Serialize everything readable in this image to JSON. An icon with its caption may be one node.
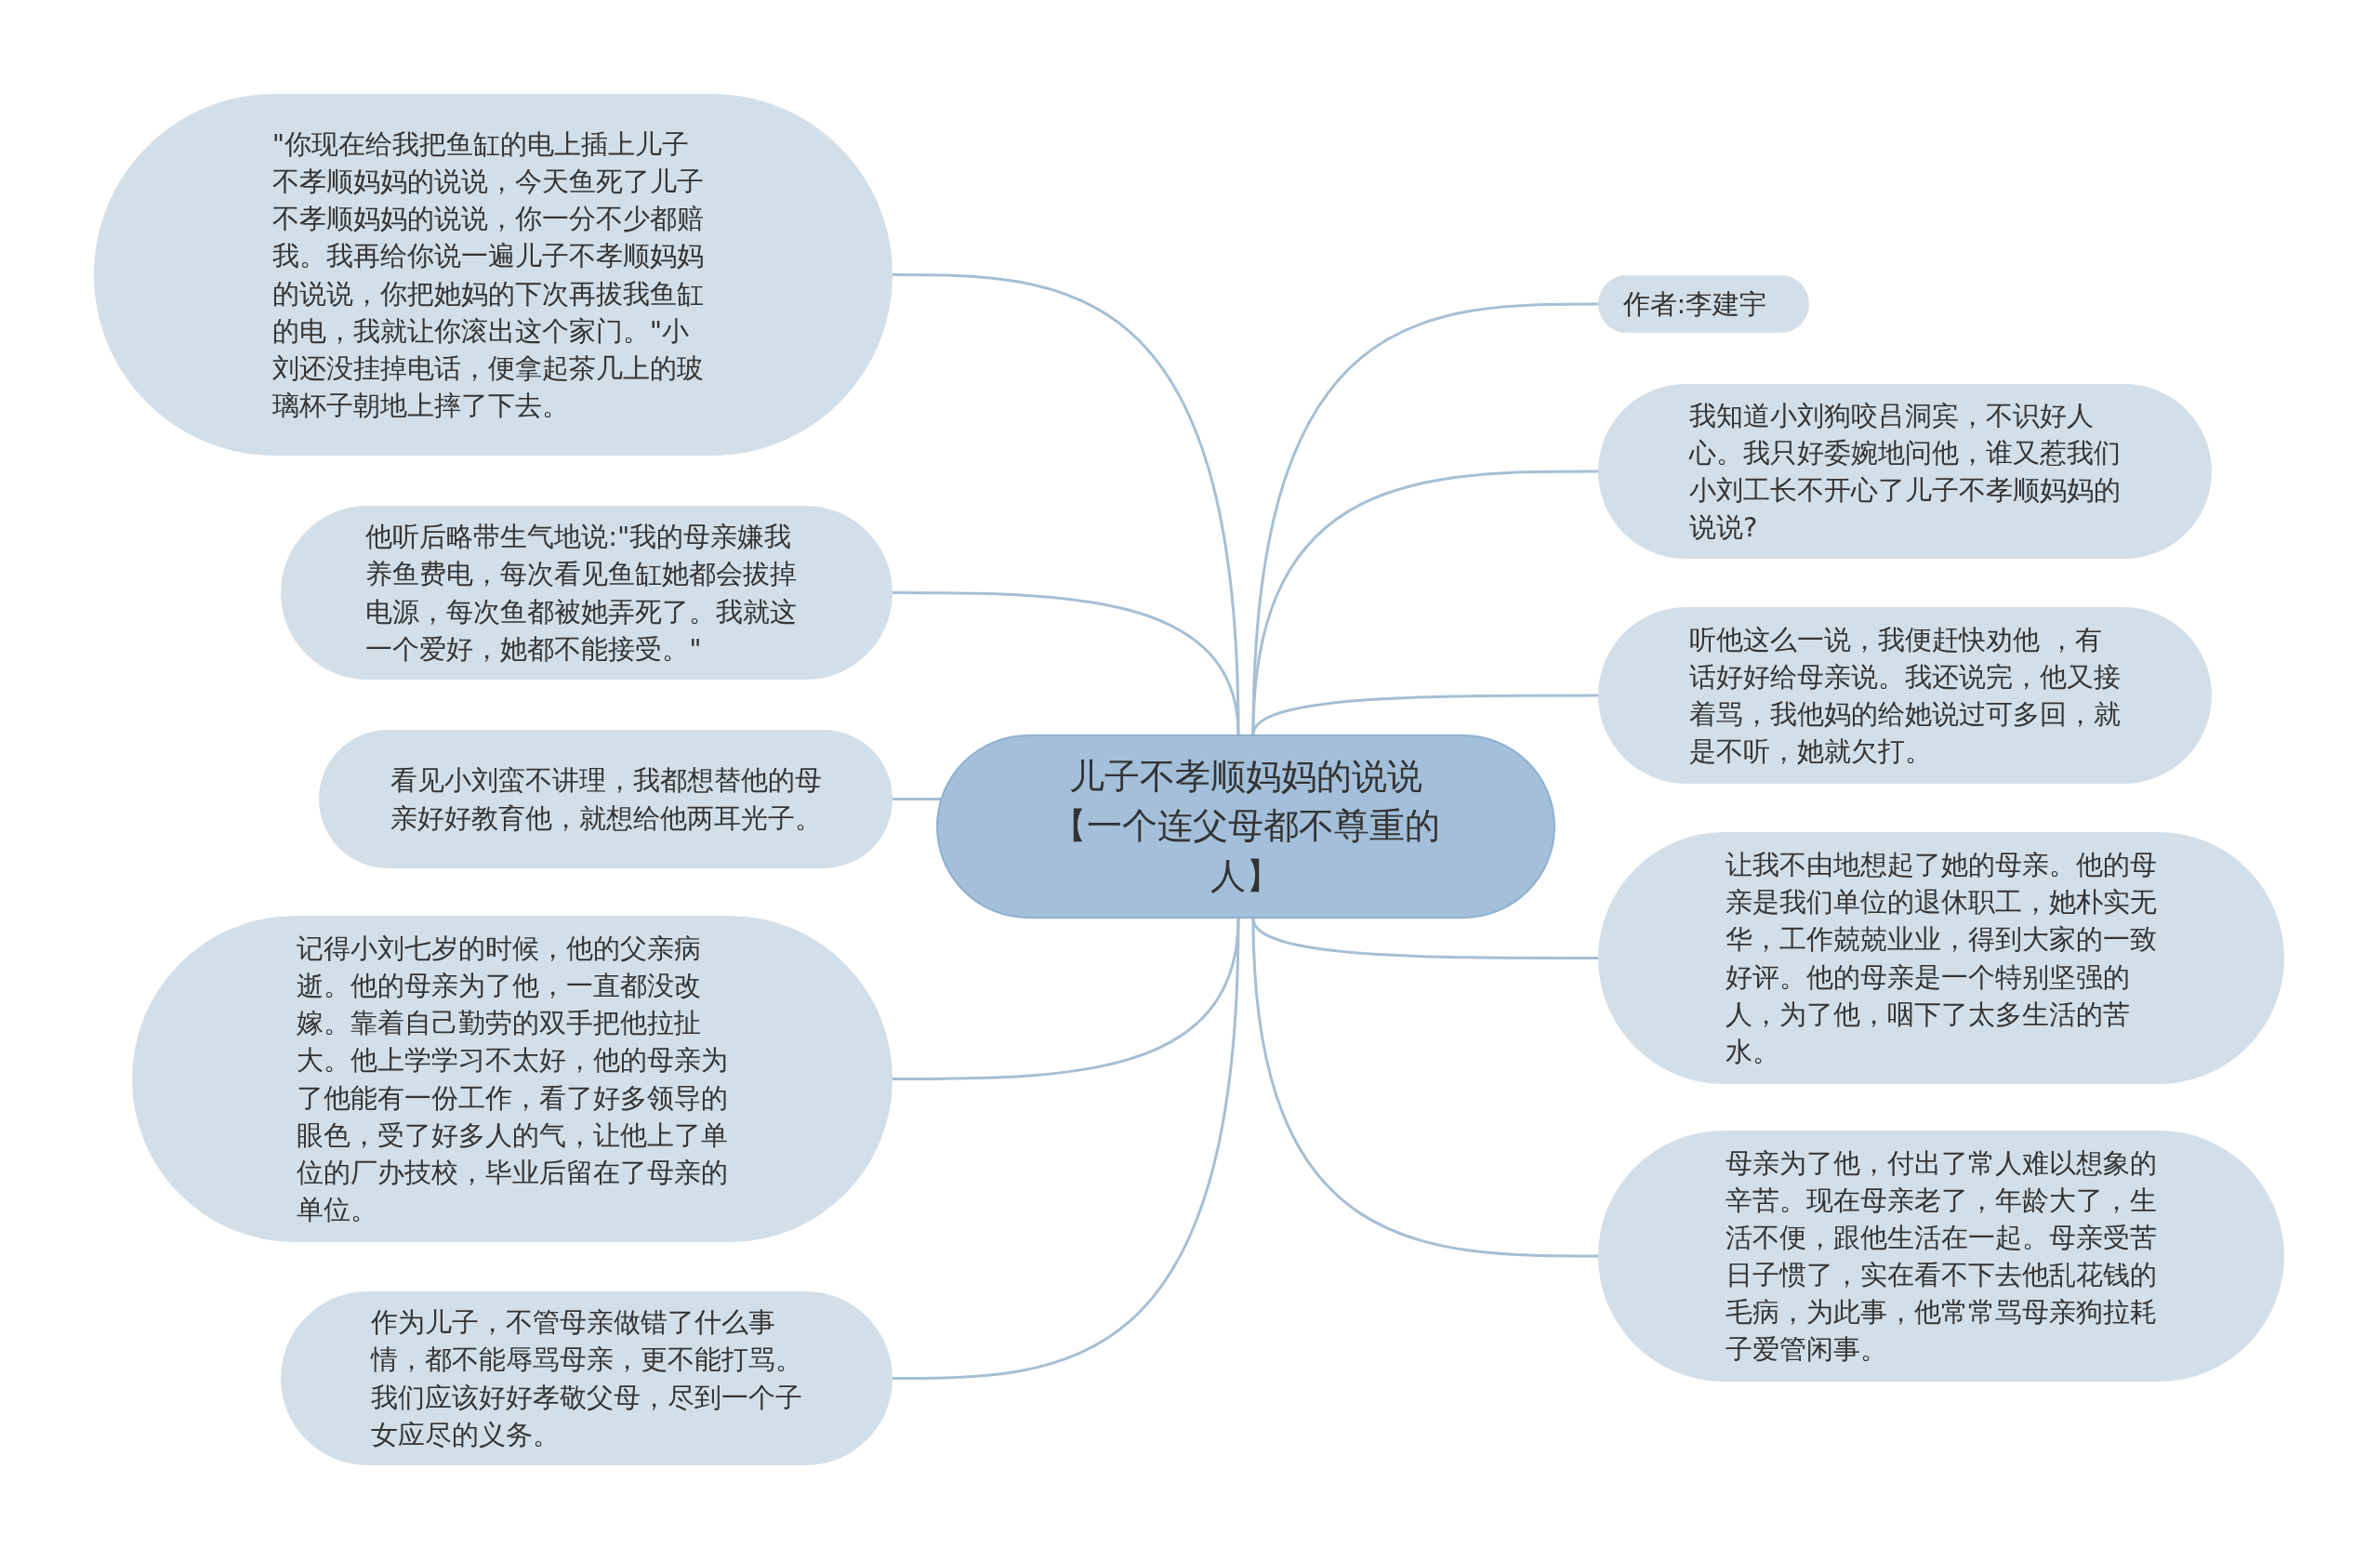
{
  "diagram": {
    "nodes": [
      {
        "text": [
          "儿子不孝顺妈妈的说说【一个连父母都不尊重的人】"
        ]
      },
      {
        "text": [
          "\"你现在给我把鱼缸的电上插上儿子不孝顺妈妈的说说，今天鱼死了儿子不孝顺妈妈的说说，你一分不少都赔我。我再给你说一遍儿子不孝顺妈妈的说说，你把她妈的下次再拔我鱼缸的电，我就让你滚出这个家门。\"小刘还没挂掉电话，便拿起茶几上的玻璃杯子朝地上摔了下去。"
        ]
      },
      {
        "text": [
          "他听后略带生气地说:\"我的母亲嫌我养鱼费电，每次看见鱼缸她都会拔掉电源，每次鱼都被她弄死了。我就这一个爱好，她都不能接受。\""
        ]
      },
      {
        "text": [
          "看见小刘蛮不讲理，我都想替他的母亲好好教育他，就想给他两耳光子。"
        ]
      },
      {
        "text": [
          "记得小刘七岁的时候，他的父亲病逝。他的母亲为了他，一直都没改嫁。靠着自己勤劳的双手把他拉扯大。他上学学习不太好，他的母亲为了他能有一份工作，看了好多领导的眼色，受了好多人的气，让他上了单位的厂办技校，毕业后留在了母亲的单位。"
        ]
      },
      {
        "text": [
          "作为儿子，不管母亲做错了什么事情，都不能辱骂母亲，更不能打骂。我们应该好好孝敬父母，尽到一个子女应尽的义务。"
        ]
      },
      {
        "text": [
          "作者:李建宇"
        ]
      },
      {
        "text": [
          "我知道小刘狗咬吕洞宾，不识好人心。我只好委婉地问他，谁又惹我们小刘工长不开心了儿子不孝顺妈妈的说说?"
        ]
      },
      {
        "text": [
          "听他这么一说，我便赶快劝他 ，有话好好给母亲说。我还说完，他又接着骂，我他妈的给她说过可多回，就是不听，她就欠打。"
        ]
      },
      {
        "text": [
          "让我不由地想起了她的母亲。他的母亲是我们单位的退休职工，她朴实无华，工作兢兢业业，得到大家的一致好评。他的母亲是一个特别坚强的人，为了他，咽下了太多生活的苦水。"
        ]
      },
      {
        "text": [
          "母亲为了他，付出了常人难以想象的辛苦。现在母亲老了，年龄大了，生活不便，跟他生活在一起。母亲受苦日子惯了，实在看不下去他乱花钱的毛病，为此事，他常常骂母亲狗拉耗子爱管闲事。"
        ]
      }
    ],
    "edges": [
      {
        "from": 0,
        "to": 1,
        "arrow": "none"
      },
      {
        "from": 0,
        "to": 2,
        "arrow": "none"
      },
      {
        "from": 0,
        "to": 3,
        "arrow": "none"
      },
      {
        "from": 0,
        "to": 4,
        "arrow": "none"
      },
      {
        "from": 0,
        "to": 5,
        "arrow": "none"
      },
      {
        "from": 0,
        "to": 6,
        "arrow": "none"
      },
      {
        "from": 0,
        "to": 7,
        "arrow": "none"
      },
      {
        "from": 0,
        "to": 8,
        "arrow": "none"
      },
      {
        "from": 0,
        "to": 9,
        "arrow": "none"
      },
      {
        "from": 0,
        "to": 10,
        "arrow": "none"
      }
    ]
  }
}
